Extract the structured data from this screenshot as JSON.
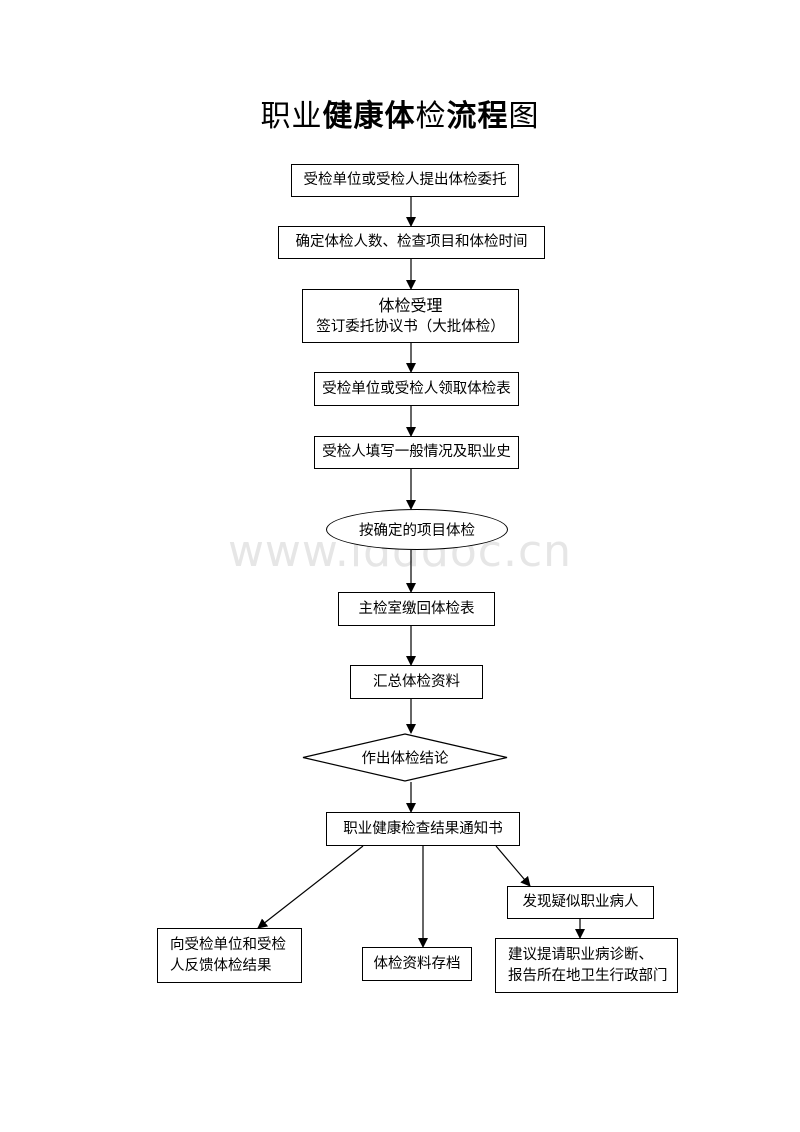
{
  "title": {
    "part1": "职业",
    "part2": "健康体",
    "part3": "检",
    "part4": "流程",
    "part5": "图"
  },
  "watermark": "www.ldddoc.cn",
  "steps": {
    "request": "受检单位或受检人提出体检委托",
    "confirm": "确定体检人数、检查项目和体检时间",
    "accept_title": "体检受理",
    "accept_sub": "签订委托协议书（大批体检）",
    "collect_form": "受检单位或受检人领取体检表",
    "fill_form": "受检人填写一般情况及职业史",
    "exam": "按确定的项目体检",
    "return_form": "主检室缴回体检表",
    "summarize": "汇总体检资料",
    "conclusion": "作出体检结论",
    "notice": "职业健康检查结果通知书",
    "feedback_line1": "向受检单位和受检",
    "feedback_line2": "人反馈体检结果",
    "archive": "体检资料存档",
    "suspect": "发现疑似职业病人",
    "suggest_line1": "建议提请职业病诊断、",
    "suggest_line2": "报告所在地卫生行政部门"
  },
  "colors": {
    "line": "#000000",
    "watermark": "#e6e6e6",
    "background": "#ffffff"
  }
}
